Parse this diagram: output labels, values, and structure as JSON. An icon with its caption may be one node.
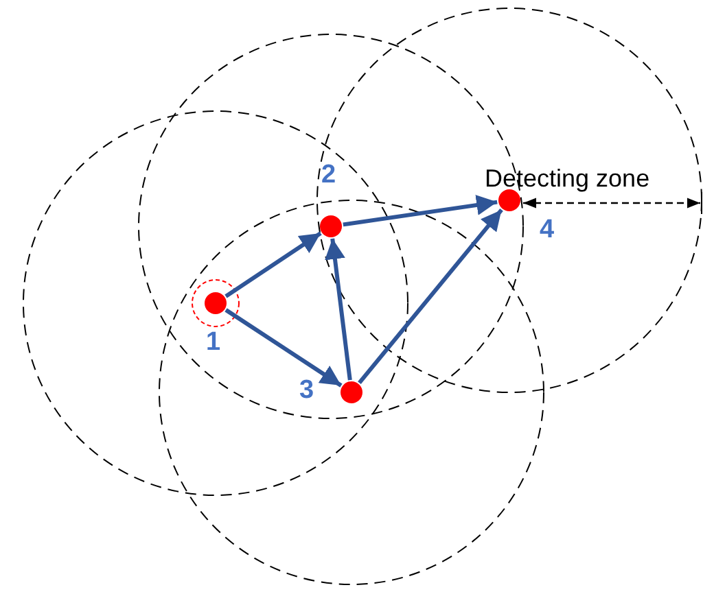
{
  "diagram": {
    "nodes": [
      {
        "text": [],
        "shape": "circle",
        "beside": [
          "1"
        ]
      },
      {
        "text": [],
        "shape": "circle",
        "beside": [
          "2"
        ]
      },
      {
        "text": [],
        "shape": "circle",
        "beside": [
          "3"
        ]
      },
      {
        "text": [],
        "shape": "circle",
        "beside": [
          "4"
        ]
      }
    ],
    "edges": [
      {
        "from": 0,
        "to": 1,
        "arrow": "to"
      },
      {
        "from": 0,
        "to": 2,
        "arrow": "to"
      },
      {
        "from": 2,
        "to": 1,
        "arrow": "to"
      },
      {
        "from": 1,
        "to": 3,
        "arrow": "to"
      },
      {
        "from": 2,
        "to": 3,
        "arrow": "to"
      }
    ],
    "labels": [
      "Detecting zone"
    ]
  }
}
